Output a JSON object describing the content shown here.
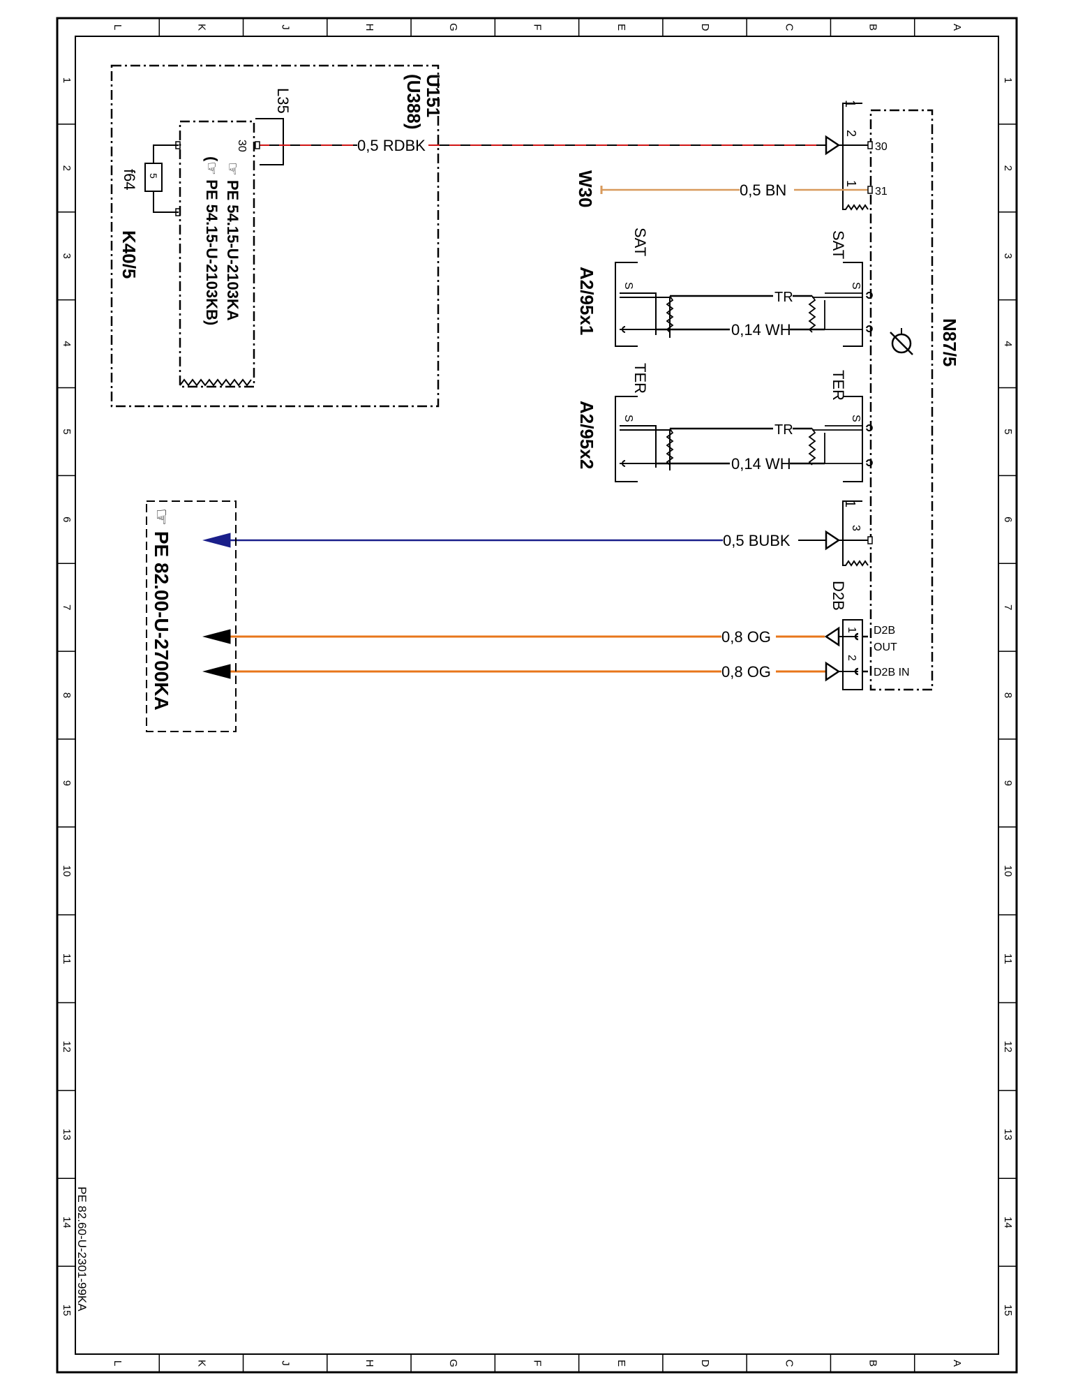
{
  "sheet": {
    "code": "PE 82.60-U-2301-99KA",
    "column_letters": [
      "L",
      "K",
      "J",
      "H",
      "G",
      "F",
      "E",
      "D",
      "C",
      "B",
      "A"
    ],
    "row_numbers": [
      "1",
      "2",
      "3",
      "4",
      "5",
      "6",
      "7",
      "8",
      "9",
      "10",
      "11",
      "12",
      "13",
      "14",
      "15"
    ]
  },
  "module_u151": {
    "label_line1": "U151",
    "label_line2": "(U388)",
    "connector": "L35",
    "pin": "30",
    "fuse_label": "f64",
    "fuse_rating": "5",
    "relay_label": "K40/5",
    "ref_line1": "☞ PE 54.15-U-2103KA",
    "ref_line2": "(☞ PE 54.15-U-2103KB)"
  },
  "device_n87": {
    "label": "N87/5",
    "pin_30": "30",
    "pin_31": "31",
    "pin_3": "3",
    "d2b_label": "D2B",
    "d2b_out_line1": "D2B",
    "d2b_out_line2": "OUT",
    "d2b_in": "D2B IN"
  },
  "connectors": {
    "top_num1": "1",
    "top_num2": "2",
    "top_pin_b1": "1",
    "mid_num1": "1",
    "d2b_pin1": "1",
    "d2b_pin2": "2"
  },
  "wires": {
    "rdbk": "0,5 RDBK",
    "bn": "0,5 BN",
    "tr1": "TR",
    "wh1": "0,14 WH",
    "tr2": "TR",
    "wh2": "0,14 WH",
    "bubk": "0,5 BUBK",
    "og1": "0,8 OG",
    "og2": "0,8 OG"
  },
  "ground": {
    "label": "W30"
  },
  "antennas": {
    "sat_label_left": "SAT",
    "sat_label_right": "SAT",
    "ter_label_left": "TER",
    "ter_label_right": "TER",
    "shield_sat_left": "S",
    "shield_sat_right": "S",
    "shield_ter_left": "S",
    "shield_ter_right": "S",
    "a1": "A2/95x1",
    "a2": "A2/95x2"
  },
  "reference_box": {
    "text": "☞ PE 82.00-U-2700KA"
  },
  "colors": {
    "rdbk_red": "#d01414",
    "bn_brown": "#d89a5c",
    "bubk_blue": "#1a1f8a",
    "og_orange": "#e8761a"
  }
}
